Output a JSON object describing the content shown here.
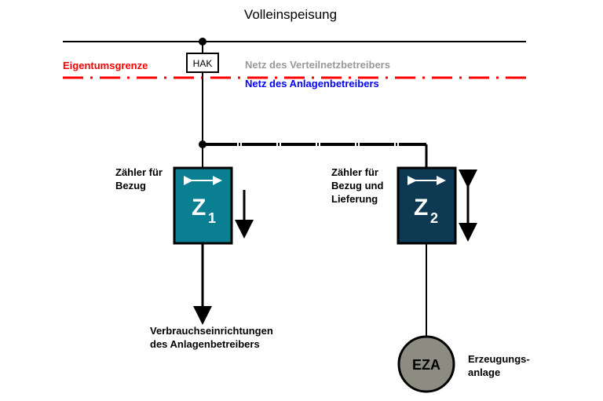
{
  "title": "Volleinspeisung",
  "property_boundary": {
    "label": "Eigentumsgrenze",
    "color": "#ff0000"
  },
  "grid_operator_label": {
    "text": "Netz des Verteilnetzbetreibers",
    "color": "#999999"
  },
  "plant_operator_label": {
    "text": "Netz des Anlagenbetreibers",
    "color": "#0000ff"
  },
  "hak": {
    "label": "HAK"
  },
  "meter1": {
    "label_line1": "Zähler für",
    "label_line2": "Bezug",
    "symbol": "Z",
    "index": "1",
    "color": "#0a7f92",
    "flow": "down"
  },
  "meter2": {
    "label_line1": "Zähler für",
    "label_line2": "Bezug und",
    "label_line3": "Lieferung",
    "symbol": "Z",
    "index": "2",
    "color": "#0d3a52",
    "flow": "bidirectional"
  },
  "consumers": {
    "line1": "Verbrauchseinrichtungen",
    "line2": "des Anlagenbetreibers"
  },
  "generator": {
    "symbol": "EZA",
    "label_line1": "Erzeugungs-",
    "label_line2": "anlage",
    "color": "#8c8c80"
  }
}
